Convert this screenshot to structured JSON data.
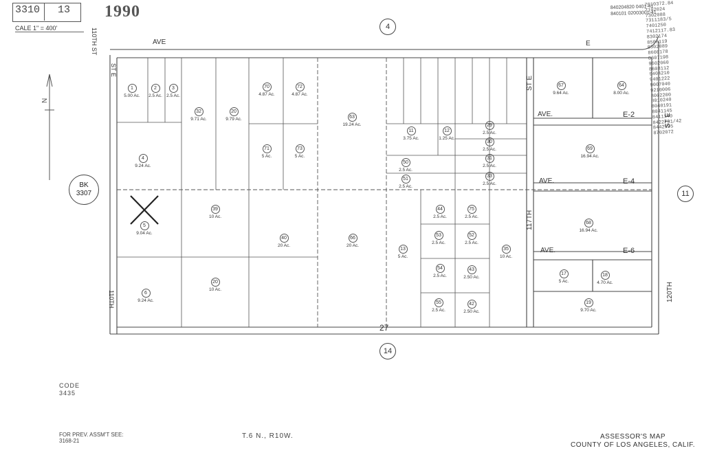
{
  "header": {
    "book": "3310",
    "page": "13",
    "scale": "CALE 1\" = 400'",
    "year": "1990",
    "ref_lines": [
      "840204820 0401-41",
      "840101 02003001-41"
    ],
    "prev_list": [
      "7010372.84",
      "7102024",
      "7302088",
      "7311183/5",
      "7401250",
      "7412117.83",
      "8302174",
      "8508119",
      "8502089",
      "8608178",
      "8607198",
      "9602060",
      "8608112",
      "9404210",
      "9401222",
      "9007040",
      "9210006",
      "8002200",
      "8010240",
      "8040191",
      "8041145",
      "8411140",
      "8422/31/42",
      "8442195",
      "8702072"
    ]
  },
  "map_refs": {
    "top": "4",
    "bottom": "14",
    "right": "11",
    "left_bk": "BK",
    "left_bk_num": "3307",
    "bottom_section": "27"
  },
  "streets": {
    "top_ave": "AVE",
    "top_e": "E",
    "st_110th_top": "110TH ST",
    "st_e_left": "ST E",
    "st_110th_bottom": "110TH",
    "st_117th": "117TH",
    "st_e_mid": "ST E",
    "st_120th": "120TH",
    "st_e_right": "ST E",
    "ave_e2": "AVE.",
    "e2": "E-2",
    "ave_e4": "AVE.",
    "e4": "E-4",
    "ave_e6": "AVE.",
    "e6": "E-6"
  },
  "parcels": [
    {
      "n": "1",
      "a": "5.00 Ac."
    },
    {
      "n": "2",
      "a": "2.5 Ac."
    },
    {
      "n": "3",
      "a": "2.5 Ac."
    },
    {
      "n": "4",
      "a": "9.24 Ac."
    },
    {
      "n": "5",
      "a": "9.04 Ac."
    },
    {
      "n": "6",
      "a": "9.24 Ac."
    },
    {
      "n": "32",
      "a": "9.71 Ac."
    },
    {
      "n": "20",
      "a": "9.79 Ac."
    },
    {
      "n": "70",
      "a": "4.87 Ac."
    },
    {
      "n": "72",
      "a": "4.87 Ac."
    },
    {
      "n": "71",
      "a": "5 Ac."
    },
    {
      "n": "73",
      "a": "5 Ac."
    },
    {
      "n": "39",
      "a": "10 Ac."
    },
    {
      "n": "40",
      "a": "20 Ac."
    },
    {
      "n": "20",
      "a": "10 Ac."
    },
    {
      "n": "63",
      "a": "19.24 Ac."
    },
    {
      "n": "66",
      "a": "20 Ac."
    },
    {
      "n": "11",
      "a": "3.75 Ac."
    },
    {
      "n": "12",
      "a": "1.25 Ac."
    },
    {
      "n": "50",
      "a": "2.5 Ac."
    },
    {
      "n": "51",
      "a": "2.5 Ac."
    },
    {
      "n": "29",
      "a": "2.5 Ac."
    },
    {
      "n": "30",
      "a": "2.5 Ac."
    },
    {
      "n": "31",
      "a": "2.5 Ac."
    },
    {
      "n": "33",
      "a": "2.5 Ac."
    },
    {
      "n": "44",
      "a": "2.5 Ac."
    },
    {
      "n": "75",
      "a": "2.5 Ac."
    },
    {
      "n": "53",
      "a": "2.5 Ac."
    },
    {
      "n": "52",
      "a": "2.5 Ac."
    },
    {
      "n": "54",
      "a": "2.5 Ac."
    },
    {
      "n": "43",
      "a": "2.50 Ac."
    },
    {
      "n": "55",
      "a": "2.5 Ac."
    },
    {
      "n": "42",
      "a": "2.50 Ac."
    },
    {
      "n": "13",
      "a": "5 Ac."
    },
    {
      "n": "35",
      "a": "10 Ac."
    },
    {
      "n": "67",
      "a": "9.64 Ac."
    },
    {
      "n": "64",
      "a": "8.00 Ac."
    },
    {
      "n": "69",
      "a": "16.94 Ac."
    },
    {
      "n": "68",
      "a": "16.94 Ac."
    },
    {
      "n": "17",
      "a": "5 Ac."
    },
    {
      "n": "18",
      "a": "4.70 Ac."
    },
    {
      "n": "19",
      "a": "9.70 Ac."
    }
  ],
  "footer": {
    "code_label": "CODE",
    "code": "3435",
    "prev_label": "FOR PREV. ASSM'T SEE:",
    "prev_ref": "3168-21",
    "township": "T.6 N., R10W.",
    "title_1": "ASSESSOR'S MAP",
    "title_2": "COUNTY OF LOS ANGELES, CALIF."
  }
}
